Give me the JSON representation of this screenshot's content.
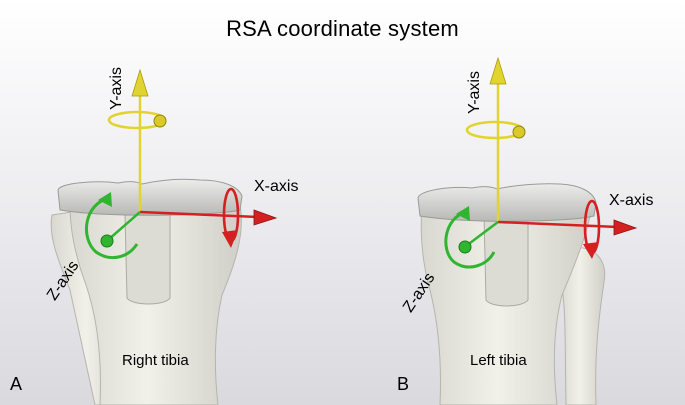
{
  "title": "RSA coordinate system",
  "panels": [
    {
      "letter": "A",
      "name": "Right tibia",
      "axes": {
        "x": "X-axis",
        "y": "Y-axis",
        "z": "Z-axis"
      }
    },
    {
      "letter": "B",
      "name": "Left tibia",
      "axes": {
        "x": "X-axis",
        "y": "Y-axis",
        "z": "Z-axis"
      }
    }
  ],
  "colors": {
    "x_axis": "#d42020",
    "y_axis": "#e2d430",
    "z_axis": "#2fb52f",
    "bone": "#ebebe3",
    "bone_shadow": "#bdbdb4",
    "plateau": "#c9c9c6"
  }
}
